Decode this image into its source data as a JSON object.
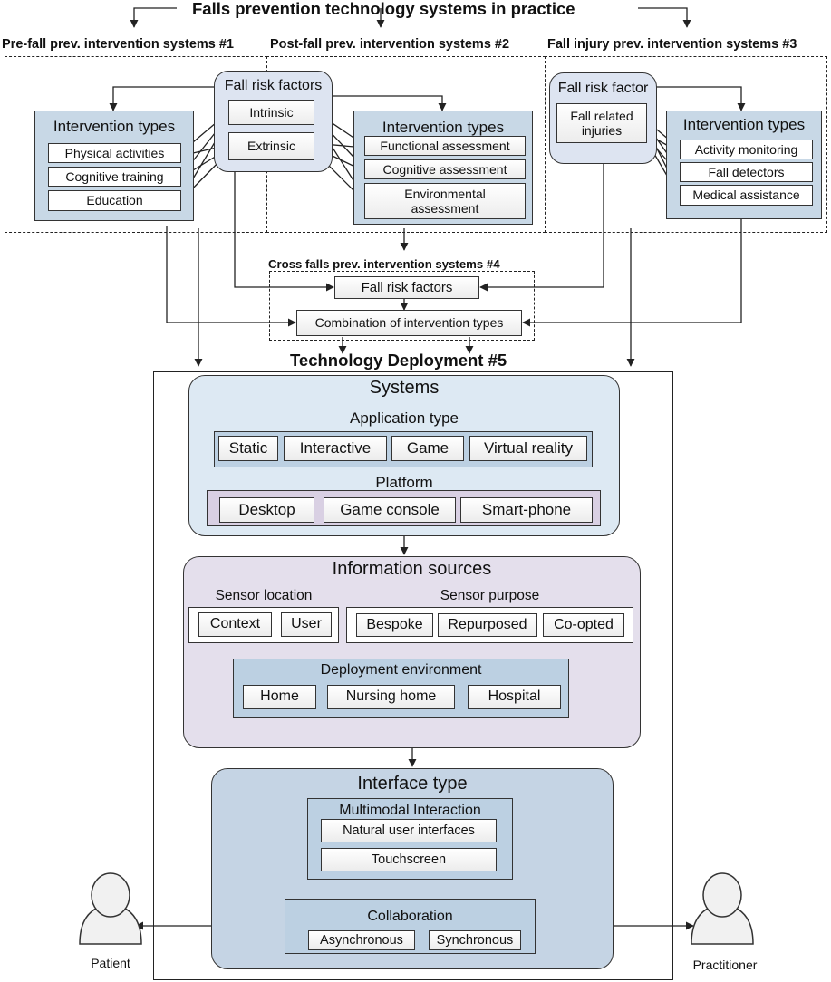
{
  "title": "Falls prevention technology systems in practice",
  "systems_top": {
    "s1_label": "Pre-fall prev. intervention systems #1",
    "s2_label": "Post-fall prev. intervention systems #2",
    "s3_label": "Fall injury prev. intervention systems #3"
  },
  "pre_fall": {
    "intervention_title": "Intervention types",
    "items": [
      "Physical activities",
      "Cognitive training",
      "Education"
    ]
  },
  "risk_factors": {
    "title": "Fall risk factors",
    "items": [
      "Intrinsic",
      "Extrinsic"
    ]
  },
  "post_fall": {
    "intervention_title": "Intervention types",
    "items": [
      "Functional assessment",
      "Cognitive assessment",
      "Environmental assessment"
    ]
  },
  "injury": {
    "risk_title": "Fall risk factor",
    "risk_item": "Fall related injuries",
    "intervention_title": "Intervention types",
    "items": [
      "Activity monitoring",
      "Fall detectors",
      "Medical assistance"
    ]
  },
  "cross": {
    "label": "Cross falls prev. intervention systems #4",
    "risk_box": "Fall risk factors",
    "combo_box": "Combination of intervention types"
  },
  "deployment": {
    "title": "Technology Deployment #5",
    "systems": {
      "title": "Systems",
      "app_type_label": "Application type",
      "app_types": [
        "Static",
        "Interactive",
        "Game",
        "Virtual reality"
      ],
      "platform_label": "Platform",
      "platforms": [
        "Desktop",
        "Game console",
        "Smart-phone"
      ]
    },
    "info": {
      "title": "Information sources",
      "location_label": "Sensor location",
      "locations": [
        "Context",
        "User"
      ],
      "purpose_label": "Sensor purpose",
      "purposes": [
        "Bespoke",
        "Repurposed",
        "Co-opted"
      ],
      "env_label": "Deployment environment",
      "envs": [
        "Home",
        "Nursing home",
        "Hospital"
      ]
    },
    "interface": {
      "title": "Interface type",
      "multimodal_label": "Multimodal Interaction",
      "multimodal": [
        "Natural user interfaces",
        "Touchscreen"
      ],
      "collab_label": "Collaboration",
      "collab": [
        "Asynchronous",
        "Synchronous"
      ]
    }
  },
  "actors": {
    "patient": "Patient",
    "practitioner": "Practitioner"
  }
}
